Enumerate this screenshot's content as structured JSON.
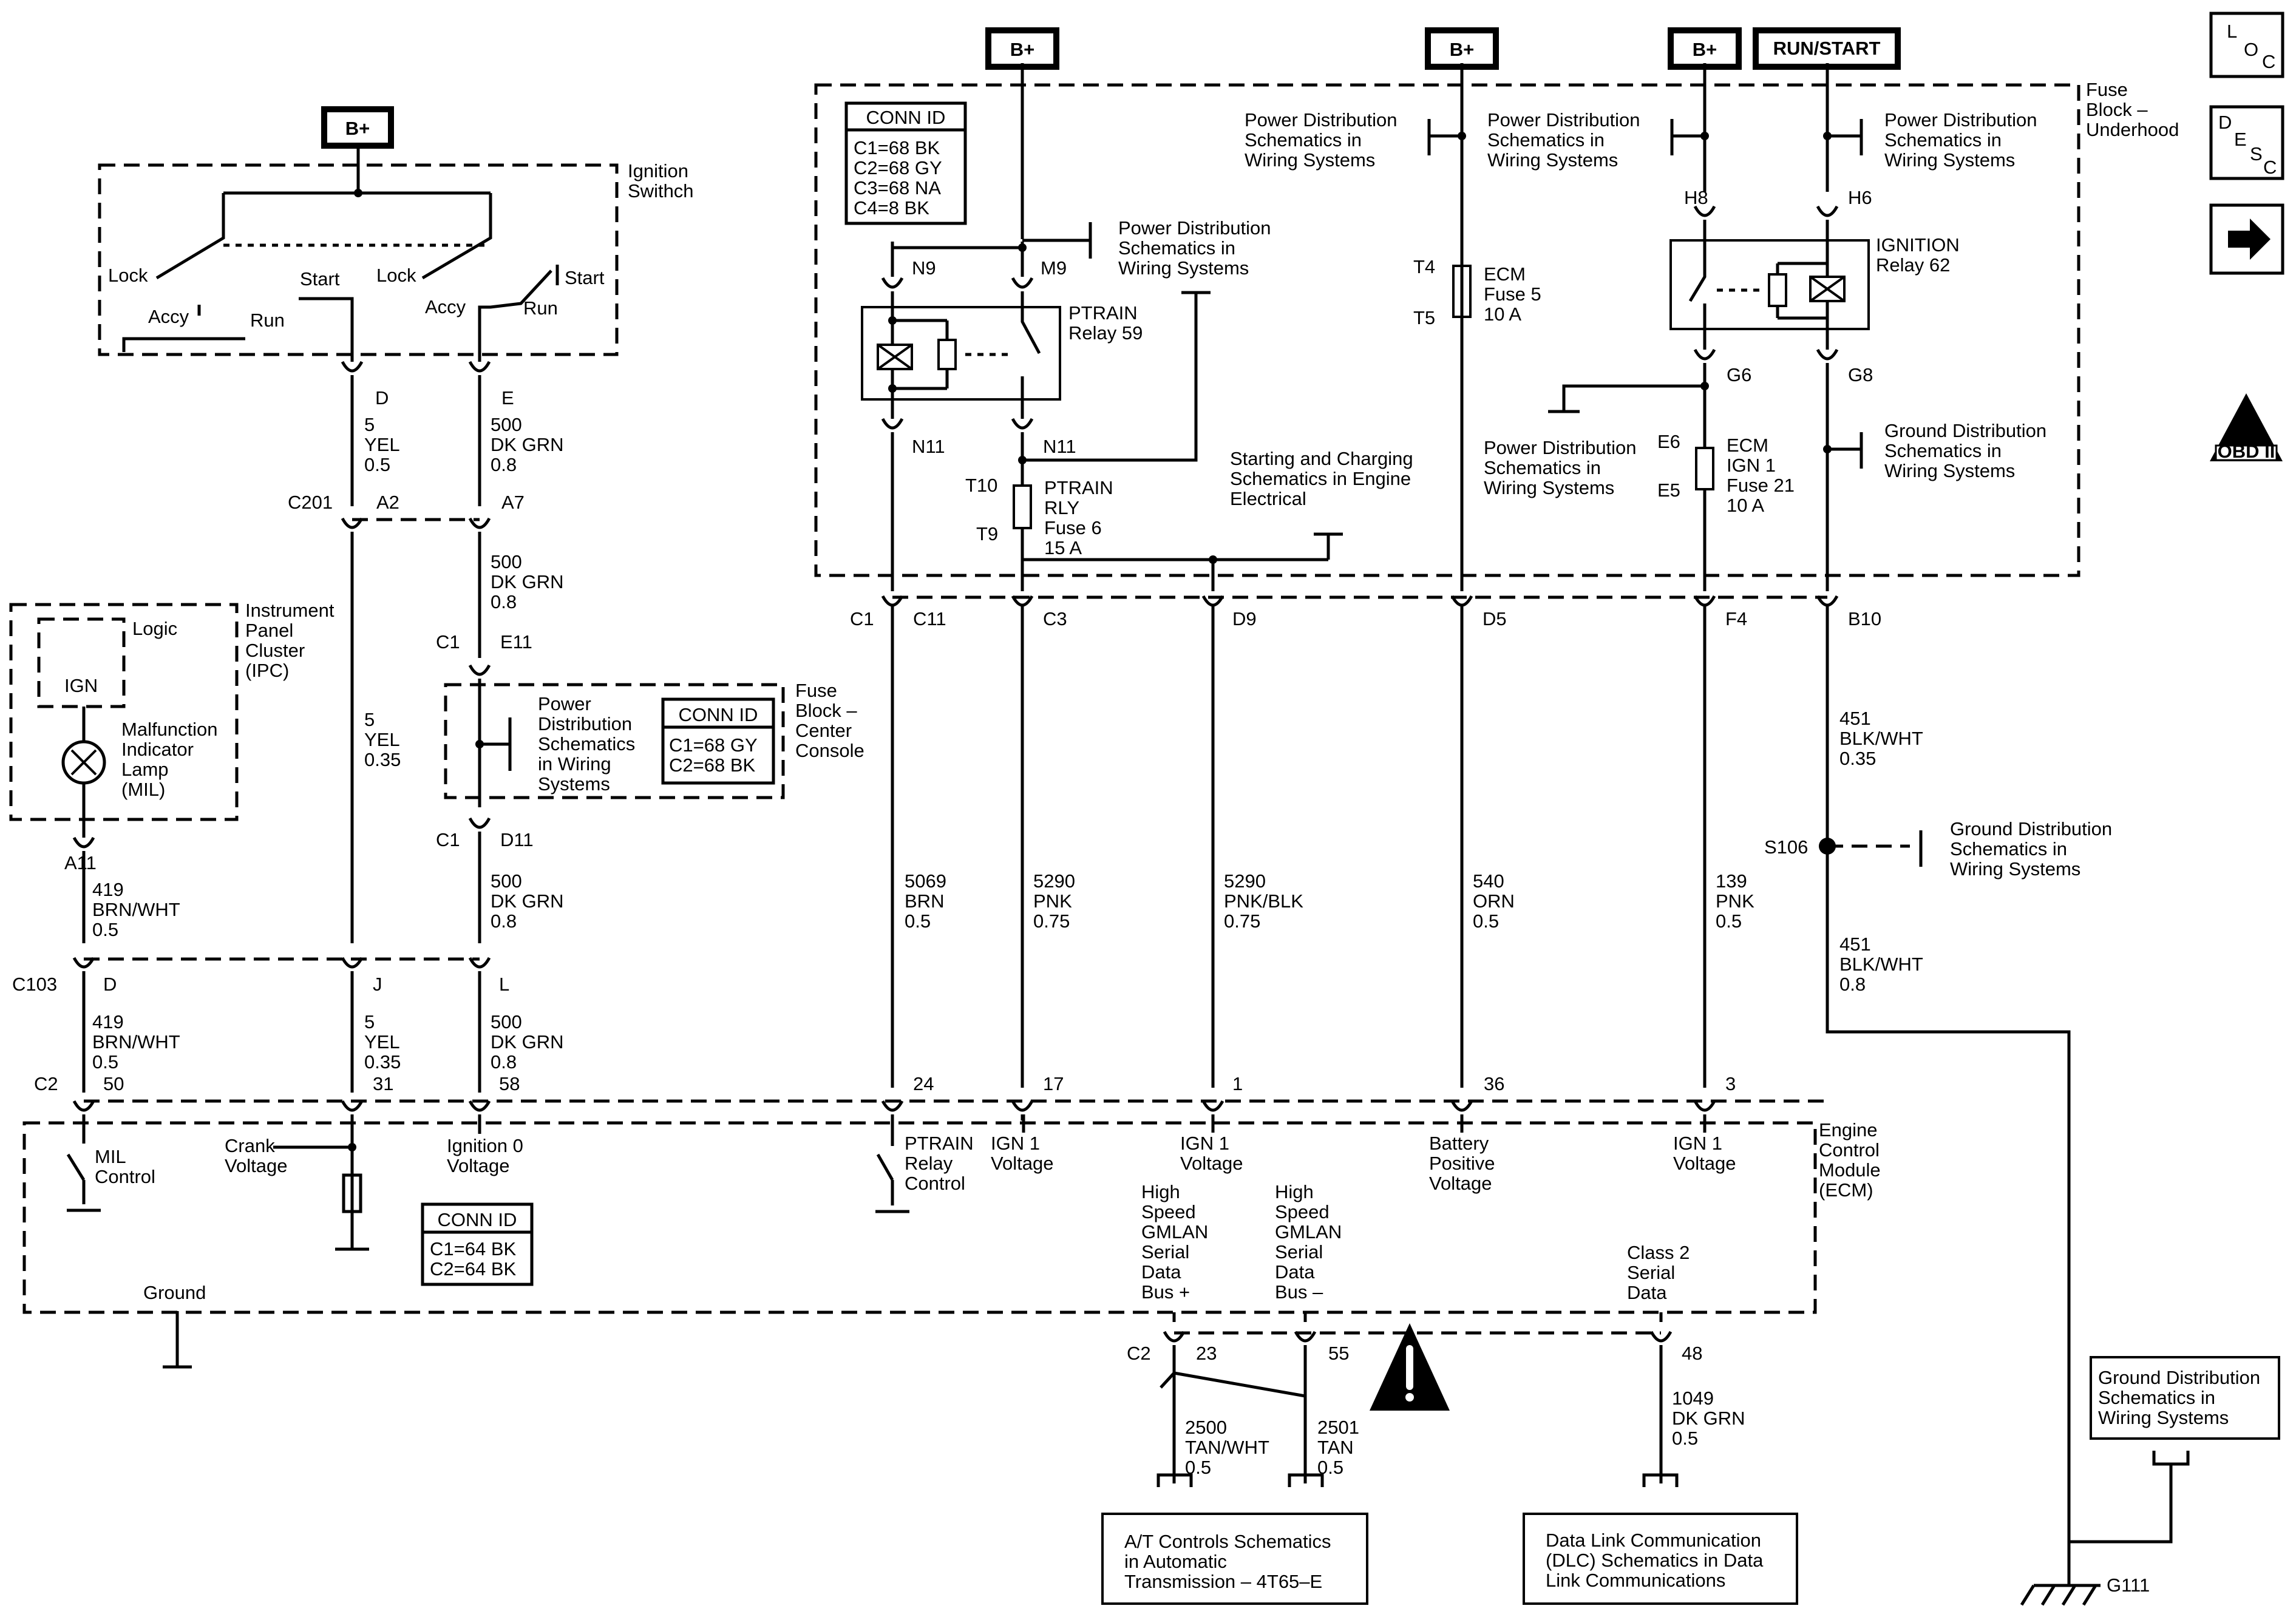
{
  "power_tags": {
    "b_plus_ign": "B+",
    "b_plus_ptrain": "B+",
    "b_plus_ecm": "B+",
    "b_plus_ign_relay": "B+",
    "run_start": "RUN/START"
  },
  "nav_icons": {
    "loc": [
      "L",
      "O",
      "C"
    ],
    "desc": [
      "D",
      "E",
      "S",
      "C"
    ],
    "obd": "OBD II",
    "obd_num": "II"
  },
  "ignition_switch": {
    "label": [
      "Ignition",
      "Swithch"
    ],
    "positions": [
      "Lock",
      "Start",
      "Lock",
      "Start",
      "Accy",
      "Run",
      "Accy",
      "Run"
    ]
  },
  "ign_wires": {
    "d_pin": "D",
    "e_pin": "E",
    "d_wire": [
      "5",
      "YEL",
      "0.5"
    ],
    "e_wire": [
      "500",
      "DK GRN",
      "0.8"
    ],
    "c201": "C201",
    "a2": "A2",
    "a7": "A7",
    "e_wire2": [
      "500",
      "DK GRN",
      "0.8"
    ],
    "c1_e11": "C1",
    "e11": "E11",
    "yel_mid": [
      "5",
      "YEL",
      "0.35"
    ],
    "c1_d11": "C1",
    "d11": "D11",
    "d11_wire": [
      "500",
      "DK GRN",
      "0.8"
    ]
  },
  "fuse_block_center": {
    "label": [
      "Fuse",
      "Block –",
      "Center",
      "Console"
    ],
    "pd_ref": [
      "Power",
      "Distribution",
      "Schematics",
      "in Wiring",
      "Systems"
    ],
    "conn_title": "CONN ID",
    "conn_rows": [
      "C1=68 GY",
      "C2=68 BK"
    ]
  },
  "ipc": {
    "label": [
      "Instrument",
      "Panel",
      "Cluster",
      "(IPC)"
    ],
    "logic": "Logic",
    "ign": "IGN",
    "mil": [
      "Malfunction",
      "Indicator",
      "Lamp",
      "(MIL)"
    ],
    "a11": "A11",
    "wire": [
      "419",
      "BRN/WHT",
      "0.5"
    ]
  },
  "c103": {
    "label": "C103",
    "pins": [
      "D",
      "J",
      "L"
    ],
    "d_wire": [
      "419",
      "BRN/WHT",
      "0.5"
    ],
    "j_wire": [
      "5",
      "YEL",
      "0.35"
    ],
    "l_wire": [
      "500",
      "DK GRN",
      "0.8"
    ]
  },
  "ecm_c2_pins": {
    "label": "C2",
    "pins": [
      "50",
      "31",
      "58",
      "24",
      "17",
      "1",
      "36",
      "3"
    ]
  },
  "ecm": {
    "label": [
      "Engine",
      "Control",
      "Module",
      "(ECM)"
    ],
    "mil_ctrl": [
      "MIL",
      "Control"
    ],
    "crank": [
      "Crank",
      "Voltage"
    ],
    "ign0": [
      "Ignition 0",
      "Voltage"
    ],
    "ptrain_ctrl": [
      "PTRAIN",
      "Relay",
      "Control"
    ],
    "ign1_a": [
      "IGN 1",
      "Voltage"
    ],
    "ign1_b": [
      "IGN 1",
      "Voltage"
    ],
    "batt": [
      "Battery",
      "Positive",
      "Voltage"
    ],
    "ign1_c": [
      "IGN 1",
      "Voltage"
    ],
    "hs_plus": [
      "High",
      "Speed",
      "GMLAN",
      "Serial",
      "Data",
      "Bus +"
    ],
    "hs_minus": [
      "High",
      "Speed",
      "GMLAN",
      "Serial",
      "Data",
      "Bus –"
    ],
    "class2": [
      "Class 2",
      "Serial",
      "Data"
    ],
    "ground": "Ground",
    "conn_title": "CONN ID",
    "conn_rows": [
      "C1=64 BK",
      "C2=64 BK"
    ]
  },
  "lower": {
    "c2": "C2",
    "p23": "23",
    "p55": "55",
    "p48": "48",
    "w2500": [
      "2500",
      "TAN/WHT",
      "0.5"
    ],
    "w2501": [
      "2501",
      "TAN",
      "0.5"
    ],
    "w1049": [
      "1049",
      "DK GRN",
      "0.5"
    ],
    "at_ref": [
      "A/T Controls Schematics",
      "in Automatic",
      "Transmission – 4T65–E"
    ],
    "dlc_ref": [
      "Data Link Communication",
      "(DLC) Schematics in Data",
      "Link Communications"
    ]
  },
  "fuse_block_underhood": {
    "label": [
      "Fuse",
      "Block –",
      "Underhood"
    ],
    "conn_title": "CONN ID",
    "conn_rows": [
      "C1=68 BK",
      "C2=68 GY",
      "C3=68 NA",
      "C4=8 BK"
    ],
    "n9": "N9",
    "m9": "M9",
    "n11a": "N11",
    "n11b": "N11",
    "ptrain_relay": [
      "PTRAIN",
      "Relay 59"
    ],
    "pd_m9": [
      "Power Distribution",
      "Schematics in",
      "Wiring Systems"
    ],
    "t10": "T10",
    "t9": "T9",
    "ptrain_fuse": [
      "PTRAIN",
      "RLY",
      "Fuse 6",
      "15 A"
    ],
    "start_charge": [
      "Starting and Charging",
      "Schematics in Engine",
      "Electrical"
    ],
    "pd_ecm": [
      "Power Distribution",
      "Schematics in",
      "Wiring Systems"
    ],
    "t4": "T4",
    "t5": "T5",
    "ecm_fuse": [
      "ECM",
      "Fuse 5",
      "10 A"
    ],
    "pd_h8": [
      "Power Distribution",
      "Schematics in",
      "Wiring Systems"
    ],
    "h8": "H8",
    "h6": "H6",
    "pd_h6": [
      "Power Distribution",
      "Schematics in",
      "Wiring Systems"
    ],
    "ign_relay": [
      "IGNITION",
      "Relay 62"
    ],
    "g6": "G6",
    "g8": "G8",
    "pd_g6": [
      "Power Distribution",
      "Schematics in",
      "Wiring Systems"
    ],
    "e6": "E6",
    "e5": "E5",
    "ign_fuse": [
      "ECM",
      "IGN 1",
      "Fuse 21",
      "10 A"
    ],
    "gd_g8": [
      "Ground Distribution",
      "Schematics in",
      "Wiring Systems"
    ]
  },
  "c1_pins": {
    "c1": "C1",
    "pins": [
      "C11",
      "C3",
      "D9",
      "D5",
      "F4",
      "B10"
    ]
  },
  "wires_main": {
    "w5069": [
      "5069",
      "BRN",
      "0.5"
    ],
    "w5290a": [
      "5290",
      "PNK",
      "0.75"
    ],
    "w5290b": [
      "5290",
      "PNK/BLK",
      "0.75"
    ],
    "w540": [
      "540",
      "ORN",
      "0.5"
    ],
    "w139": [
      "139",
      "PNK",
      "0.5"
    ],
    "w451a": [
      "451",
      "BLK/WHT",
      "0.35"
    ],
    "s106": "S106",
    "gd_s106": [
      "Ground Distribution",
      "Schematics in",
      "Wiring Systems"
    ],
    "w451b": [
      "451",
      "BLK/WHT",
      "0.8"
    ]
  },
  "ground_g111": {
    "gd_ref": [
      "Ground Distribution",
      "Schematics in",
      "Wiring Systems"
    ],
    "g111": "G111"
  }
}
